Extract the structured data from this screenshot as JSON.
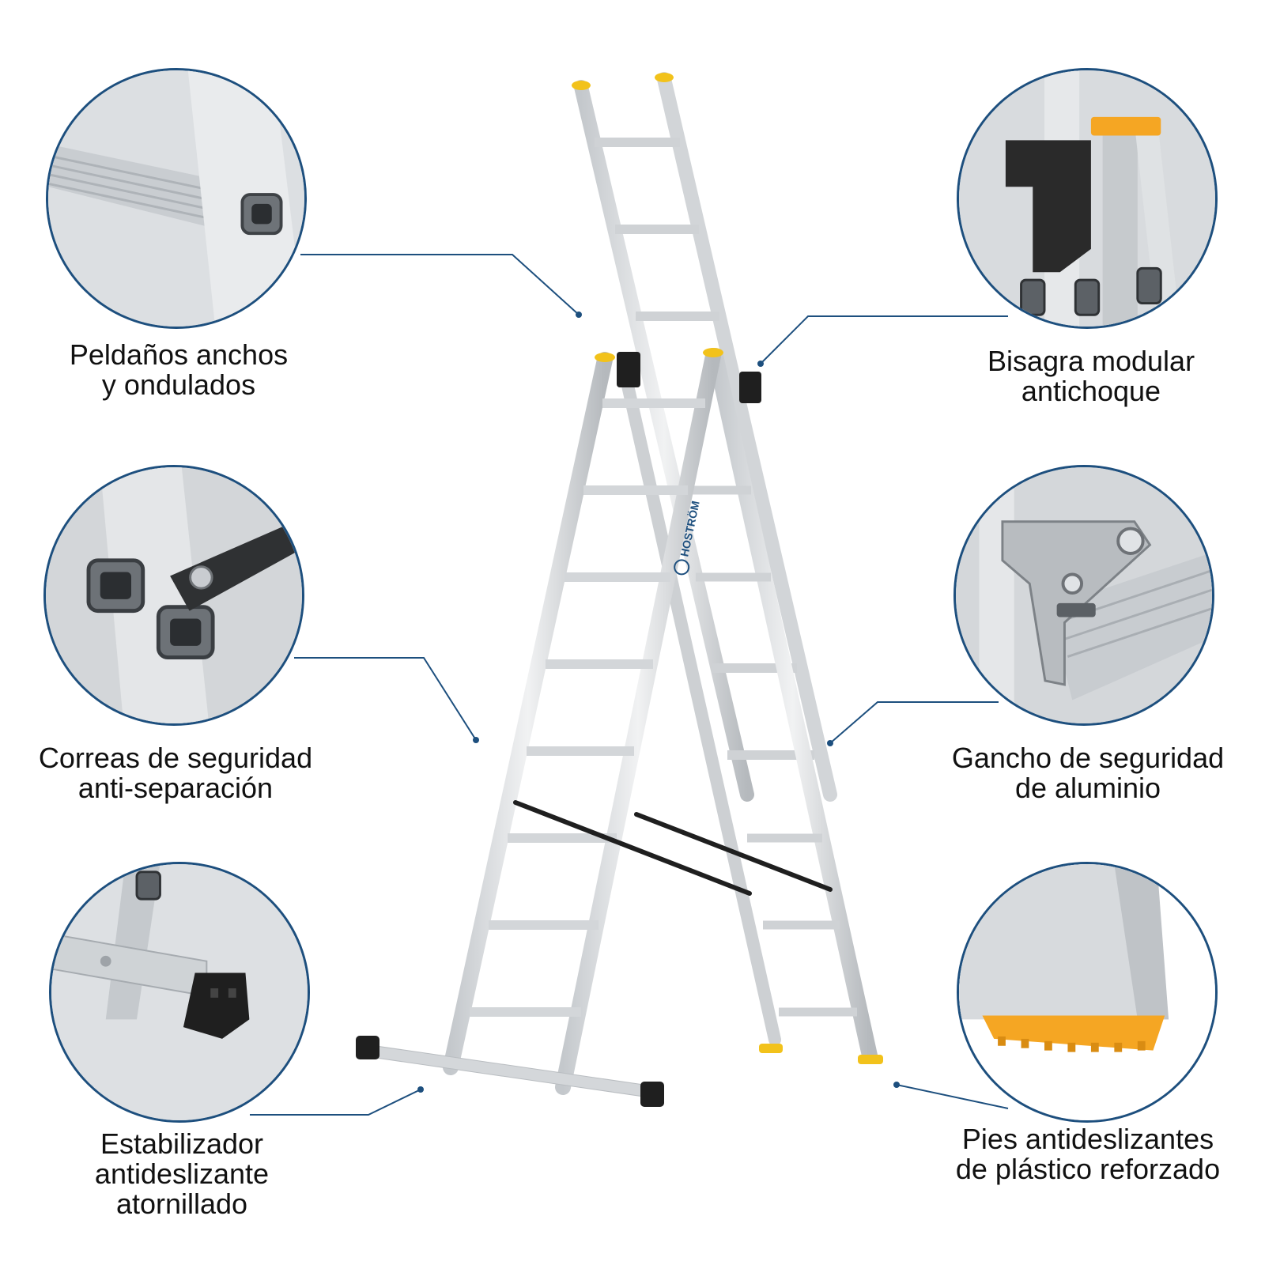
{
  "colors": {
    "accent_blue": "#1d4f7e",
    "aluminum": "#d9dcdf",
    "yellow_cap": "#f2c21b",
    "black_part": "#1f1f1f",
    "orange_foot": "#f5a623"
  },
  "ladder": {
    "brand": "HOSTRÖM"
  },
  "features": [
    {
      "id": "rungs",
      "line1": "Peldaños anchos",
      "line2": "y ondulados",
      "line3": ""
    },
    {
      "id": "hinge",
      "line1": "Bisagra modular",
      "line2": "antichoque",
      "line3": ""
    },
    {
      "id": "straps",
      "line1": "Correas de seguridad",
      "line2": "anti-separación",
      "line3": ""
    },
    {
      "id": "hook",
      "line1": "Gancho de seguridad",
      "line2": "de aluminio",
      "line3": ""
    },
    {
      "id": "stabilizer",
      "line1": "Estabilizador",
      "line2": "antideslizante",
      "line3": "atornillado"
    },
    {
      "id": "feet",
      "line1": "Pies antideslizantes",
      "line2": "de plástico reforzado",
      "line3": ""
    }
  ]
}
